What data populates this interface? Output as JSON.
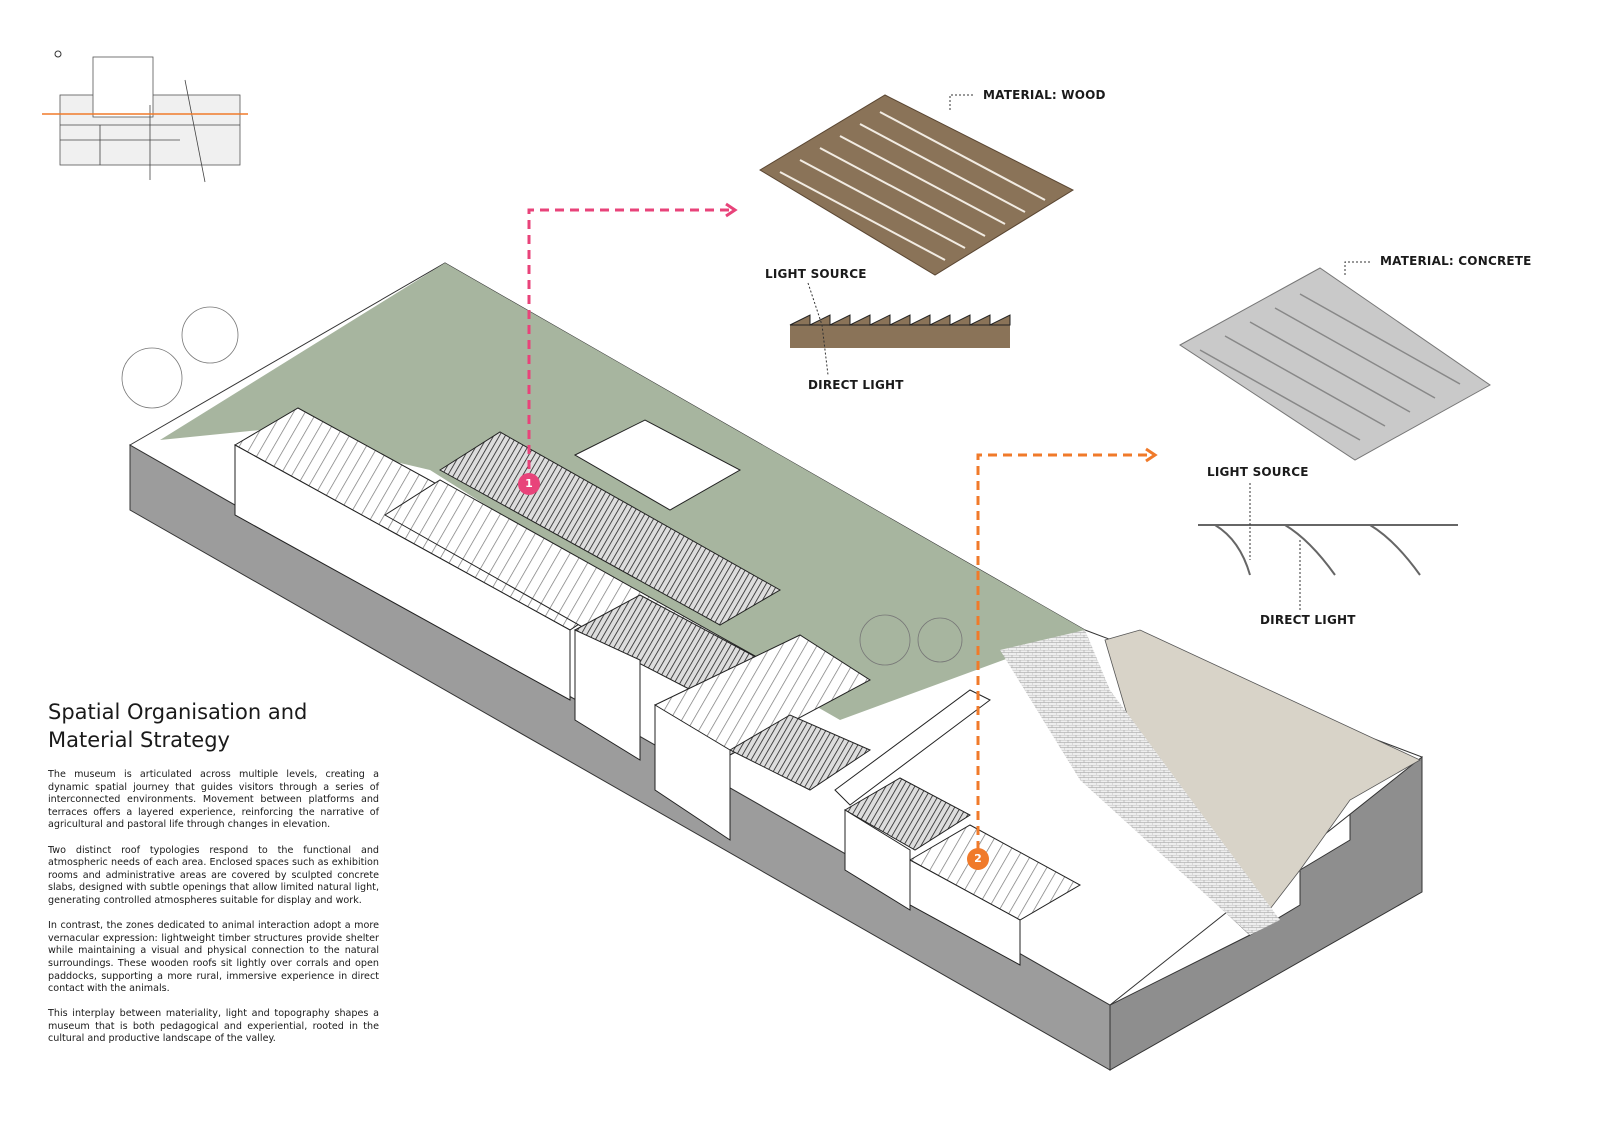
{
  "title": "Spatial Organisation and Material Strategy",
  "paragraphs": [
    "The museum is articulated across multiple levels, creating a dynamic spatial journey that guides visitors through a series of interconnected environments. Movement between platforms and terraces offers a layered experience, reinforcing the narrative of agricultural and pastoral life through changes in elevation.",
    "Two distinct roof typologies respond to the functional and atmospheric needs of each area. Enclosed spaces such as exhibition rooms and administrative areas are covered by sculpted concrete slabs, designed with subtle openings that allow limited natural light, generating controlled atmospheres suitable for display and work.",
    "In contrast, the zones dedicated to animal interaction adopt a more vernacular expression: lightweight timber structures provide shelter while maintaining a visual and physical connection to the natural surroundings. These wooden roofs sit lightly over corrals and open paddocks, supporting a more rural, immersive experience in direct contact with the animals.",
    "This interplay between materiality, light and topography shapes a museum that is both pedagogical and experiential, rooted in the cultural and productive landscape of the valley."
  ],
  "wood": {
    "material": "MATERIAL: WOOD",
    "light_source": "LIGHT SOURCE",
    "direct_light": "DIRECT LIGHT",
    "marker": "1"
  },
  "concrete": {
    "material": "MATERIAL: CONCRETE",
    "light_source": "LIGHT SOURCE",
    "direct_light": "DIRECT LIGHT",
    "marker": "2"
  },
  "colors": {
    "pink": "#e8437a",
    "orange": "#f07a2a",
    "green": "#a7b59f",
    "wood": "#8a7358",
    "gray": "#9a9a9a",
    "stone": "#d8d3c8"
  }
}
